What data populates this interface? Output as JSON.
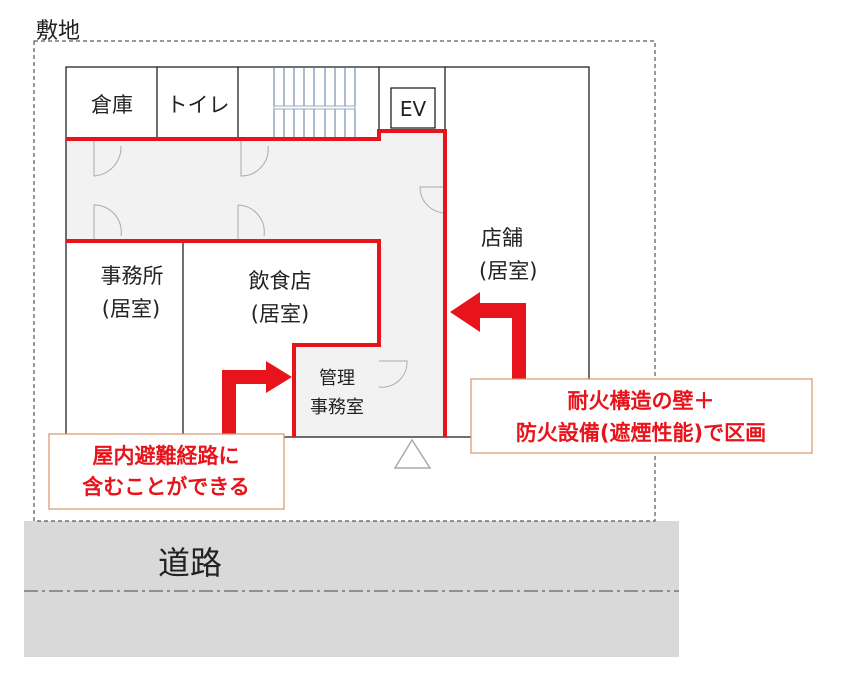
{
  "site_label": "敷地",
  "road_label": "道路",
  "rooms": {
    "storage": "倉庫",
    "toilet": "トイレ",
    "ev": "EV",
    "shop_line1": "店舗",
    "shop_line2": "(居室)",
    "office_line1": "事務所",
    "office_line2": "(居室)",
    "restaurant_line1": "飲食店",
    "restaurant_line2": "(居室)",
    "mgmt_line1": "管理",
    "mgmt_line2": "事務室"
  },
  "callouts": {
    "left_line1": "屋内避難経路に",
    "left_line2": "含むことができる",
    "right_line1": "耐火構造の壁＋",
    "right_line2": "防火設備(遮煙性能)で区画"
  },
  "colors": {
    "wall_red": "#e8141b",
    "corridor": "#f2f2f2",
    "road": "#d9d9d9",
    "callout_border": "#d9956a"
  }
}
